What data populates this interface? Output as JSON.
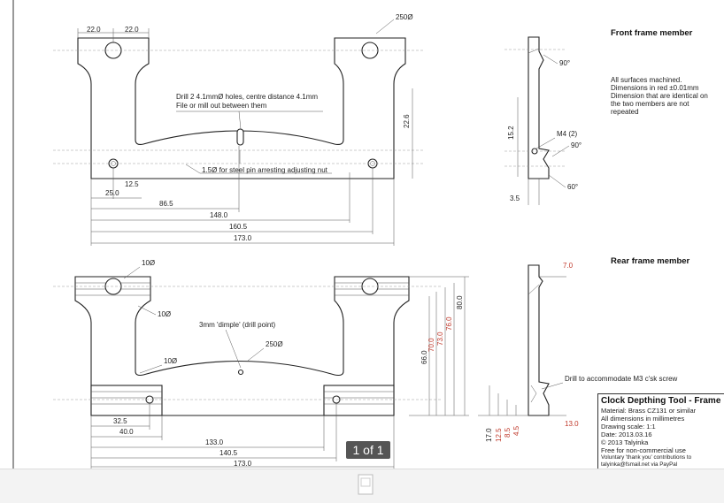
{
  "front": {
    "heading": "Front frame member",
    "dims": {
      "top_left_a": "22.0",
      "top_left_b": "22.0",
      "diameter_top": "250Ø",
      "d12_5": "12.5",
      "d25_0": "25.0",
      "d86_5": "86.5",
      "d148_0": "148.0",
      "d160_5": "160.5",
      "d173_0": "173.0",
      "d22_6": "22.6"
    },
    "notes": {
      "drill_line1": "Drill 2 4.1mmØ holes, centre distance 4.1mm",
      "drill_line2": "File or mill out between them",
      "pin": "1.5Ø for steel pin arresting adjusting nut"
    },
    "side": {
      "angle_top": "90°",
      "d15_2": "15.2",
      "m4": "M4 (2)",
      "angle_mid": "90°",
      "d3_5": "3.5",
      "angle_bottom": "60°"
    },
    "spec": {
      "line1": "All surfaces machined.",
      "line2": "Dimensions in red ±0.01mm",
      "line3": "Dimension that are identical on",
      "line4": "the two members are not",
      "line5": "repeated"
    }
  },
  "rear": {
    "heading": "Rear frame member",
    "dims": {
      "d10_top": "10Ø",
      "d10_mid": "10Ø",
      "d10_low": "10Ø",
      "dimple": "3mm 'dimple' (drill point)",
      "d250": "250Ø",
      "d32_5": "32.5",
      "d40_0": "40.0",
      "d133_0": "133.0",
      "d140_5": "140.5",
      "d173_0": "173.0",
      "v66_0": "66.0",
      "v70_0": "70.0",
      "v73_0": "73.0",
      "v76_0": "76.0",
      "v80_0": "80.0"
    },
    "side": {
      "d7_0": "7.0",
      "drill_note": "Drill to accommodate M3 c'sk screw",
      "d13_0": "13.0",
      "v17_0": "17.0",
      "v12_5": "12.5",
      "v8_5": "8.5",
      "v4_5": "4.5"
    }
  },
  "title_block": {
    "title": "Clock Depthing Tool - Frame",
    "material": "Material: Brass CZ131 or similar",
    "units": "All dimensions in millimetres",
    "scale": "Drawing scale: 1:1",
    "date": "Date: 2013.03.16",
    "copyright": "© 2013 Talyinka",
    "license": "Free for non-commercial use",
    "thanks1": "Voluntary 'thank you' contributions to",
    "thanks2": "talyinka@fsmail.net via PayPal"
  },
  "viewer": {
    "page_indicator": "1 of 1",
    "page_icon": "page-icon"
  },
  "colors": {
    "tolerance_red": "#c0392b",
    "line": "#222222",
    "viewer_bar": "#f3f3f3"
  }
}
